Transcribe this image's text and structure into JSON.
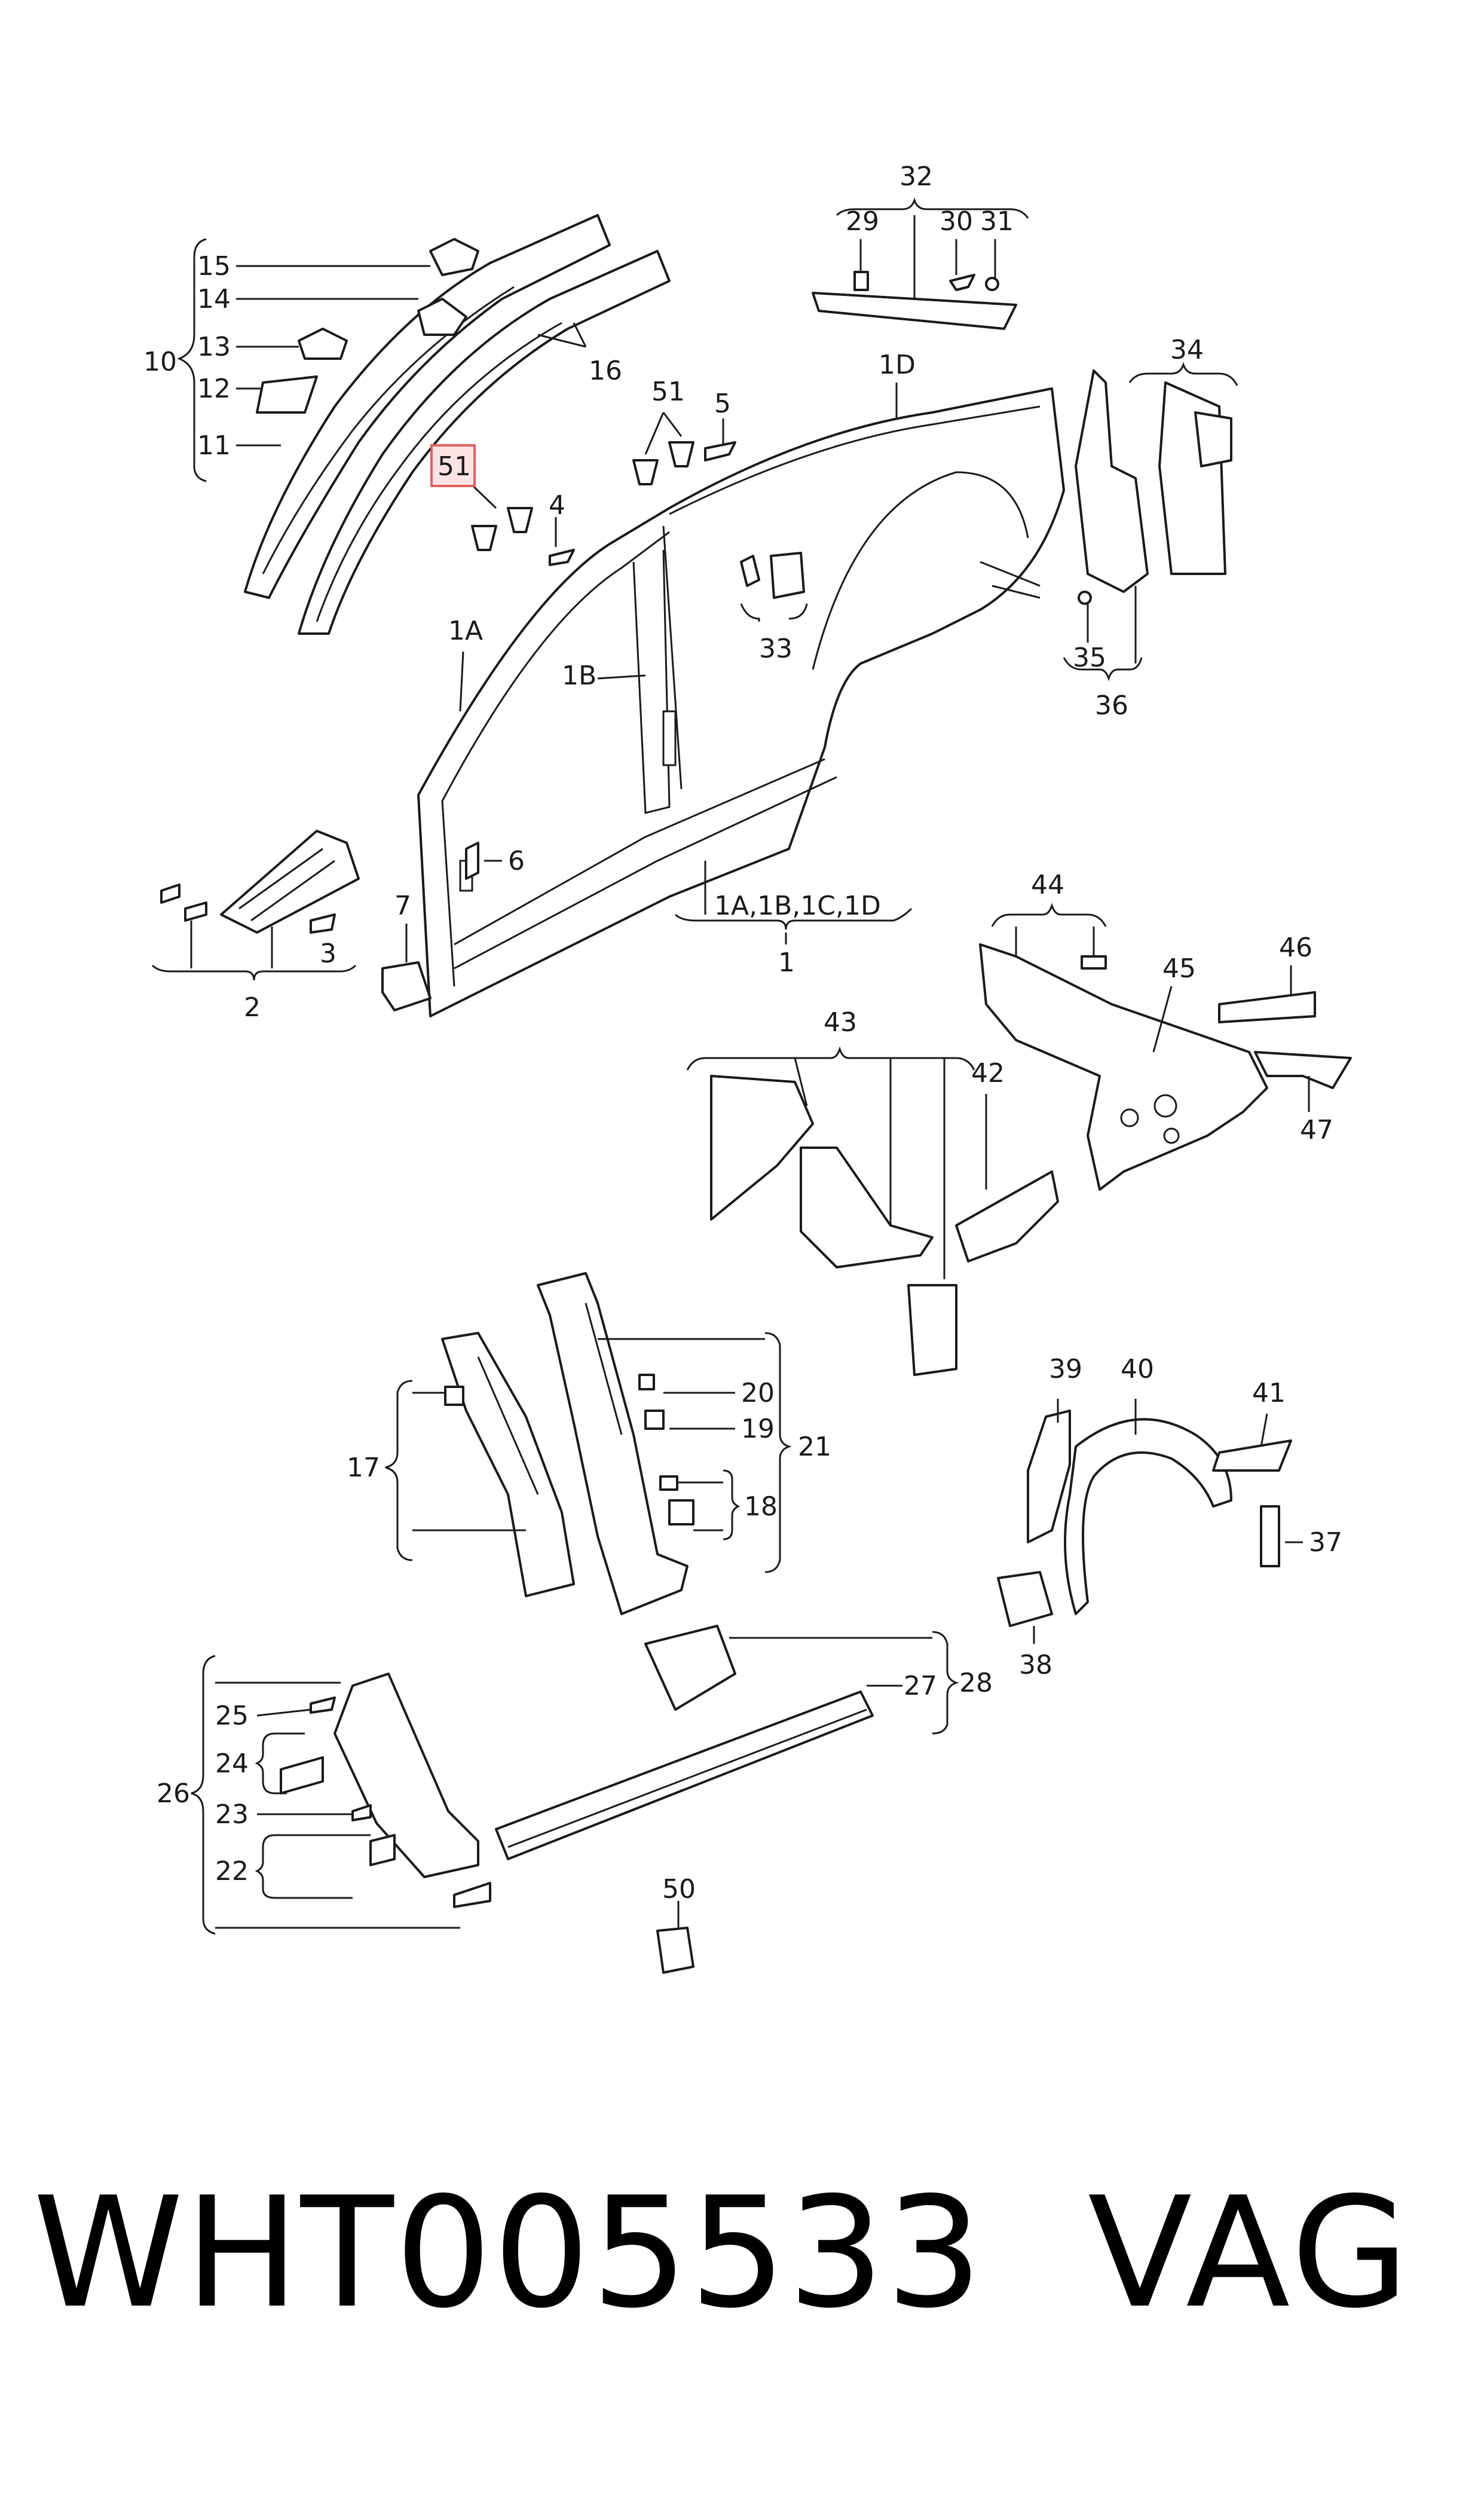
{
  "labels": {
    "l1": "1",
    "l1A": "1A",
    "l1B": "1B",
    "l1D": "1D",
    "l1ABCD": "1A,1B,1C,1D",
    "l2": "2",
    "l3": "3",
    "l4": "4",
    "l5": "5",
    "l6": "6",
    "l7": "7",
    "l10": "10",
    "l11": "11",
    "l12": "12",
    "l13": "13",
    "l14": "14",
    "l15": "15",
    "l16": "16",
    "l17": "17",
    "l18": "18",
    "l19": "19",
    "l20": "20",
    "l21": "21",
    "l22": "22",
    "l23": "23",
    "l24": "24",
    "l25": "25",
    "l26": "26",
    "l27": "27",
    "l28": "28",
    "l29": "29",
    "l30": "30",
    "l31": "31",
    "l32": "32",
    "l33": "33",
    "l34": "34",
    "l35": "35",
    "l36": "36",
    "l37": "37",
    "l38": "38",
    "l39": "39",
    "l40": "40",
    "l41": "41",
    "l42": "42",
    "l43": "43",
    "l44": "44",
    "l45": "45",
    "l46": "46",
    "l47": "47",
    "l50": "50",
    "l51a": "51",
    "l51b": "51"
  },
  "highlight": {
    "label": "51",
    "color": "#e06060",
    "fill": "#fbe3e3"
  },
  "footer": {
    "part_number": "WHT005533",
    "brand": "VAG"
  }
}
